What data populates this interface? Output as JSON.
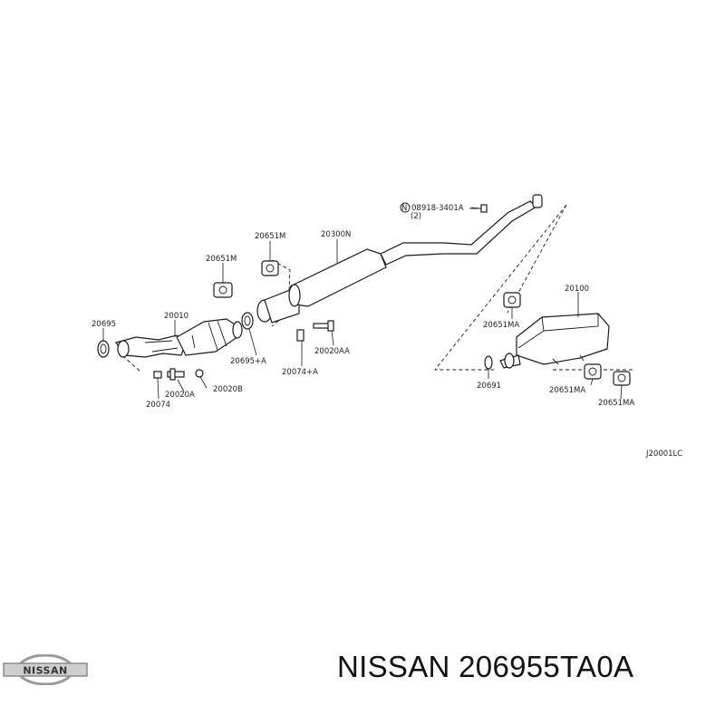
{
  "diagram": {
    "part_labels": {
      "p20695": "20695",
      "p20010": "20010",
      "p20651M_upper": "20651M",
      "p20651M_lower": "20651M",
      "p20300N": "20300N",
      "p08918": "08918-3401A",
      "p08918_qty": "(2)",
      "p08918_prefix": "N",
      "p20100": "20100",
      "p20651MA_left": "20651MA",
      "p20651MA_mid": "20651MA",
      "p20651MA_right": "20651MA",
      "p20691": "20691",
      "p20695A": "20695+A",
      "p20074A": "20074+A",
      "p20020AA": "20020AA",
      "p20020A": "20020A",
      "p20020B": "20020B",
      "p20074": "20074"
    },
    "ref_code": "J20001LC"
  },
  "footer": {
    "brand_logo_text": "NISSAN",
    "caption": "NISSAN 206955TA0A"
  }
}
